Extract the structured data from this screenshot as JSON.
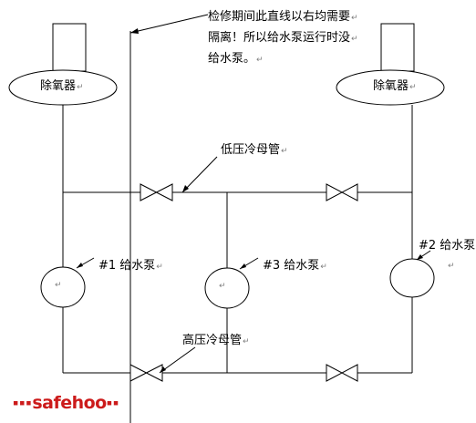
{
  "note": {
    "line1": "检修期间此直线以右均需要",
    "line2": "隔离！所以给水泵运行时没",
    "line3": "给水泵。"
  },
  "deaerator_left": "除氧器",
  "deaerator_right": "除氧器",
  "low_pressure_header": "低压冷母管",
  "high_pressure_header": "高压冷母管",
  "pump1": "#1 给水泵",
  "pump2": "#2 给水泵",
  "pump3": "#3 给水泵",
  "mark": "↵",
  "watermark": "safehoo"
}
